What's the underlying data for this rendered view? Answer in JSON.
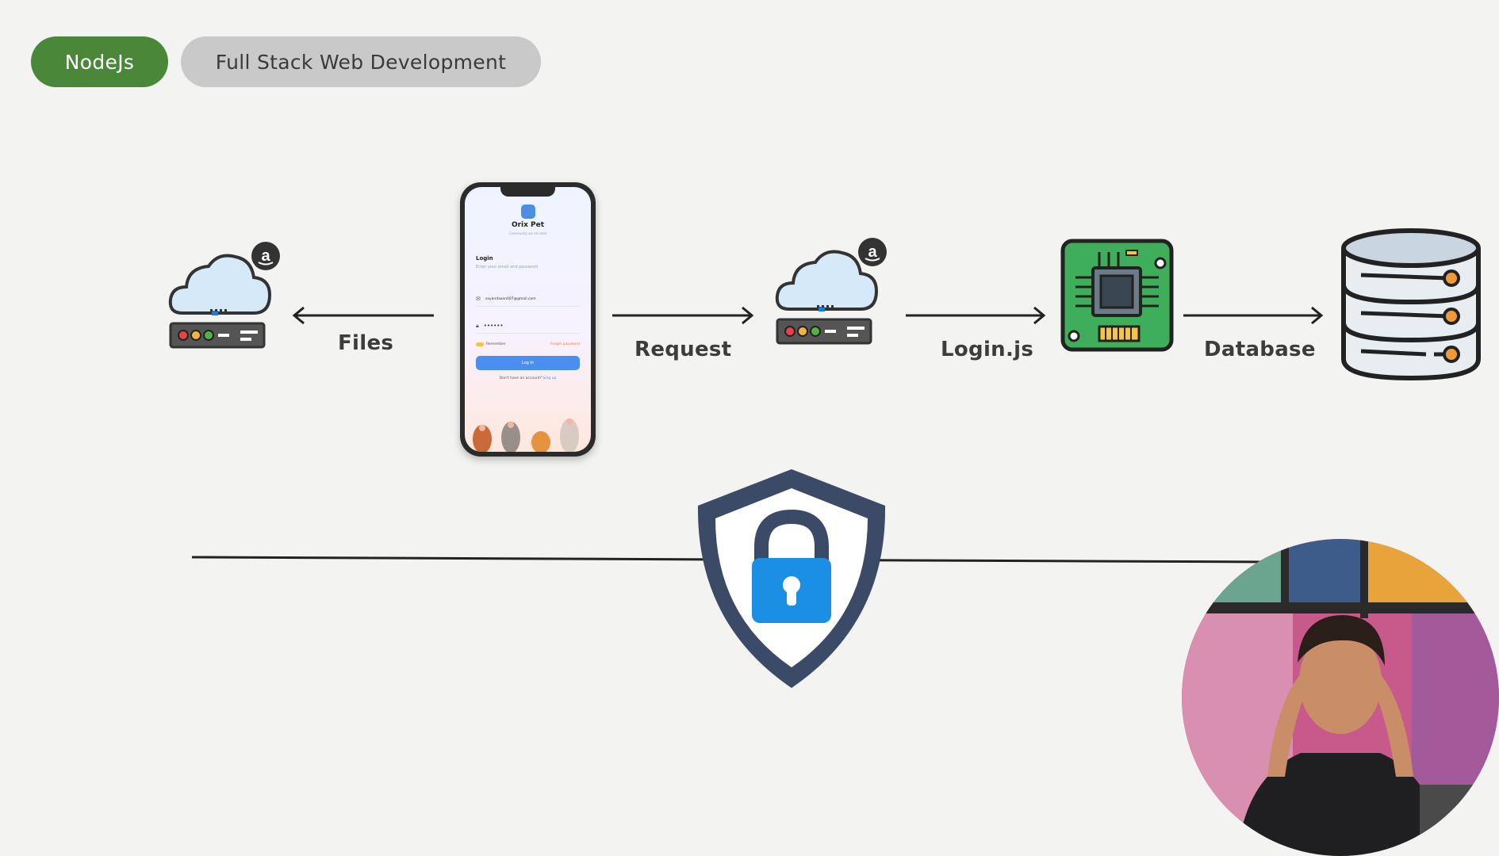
{
  "header": {
    "topic_label": "NodeJs",
    "course_label": "Full Stack Web Development"
  },
  "diagram": {
    "labels": {
      "files": "Files",
      "request": "Request",
      "login_js": "Login.js",
      "database": "Database"
    },
    "icons": {
      "left_server": "cloud-server-icon",
      "left_server_badge": "amazon-icon",
      "right_server": "cloud-server-icon",
      "right_server_badge": "amazon-icon",
      "chip": "processor-chip-icon",
      "database": "database-icon",
      "security": "shield-lock-icon"
    }
  },
  "phone_app": {
    "app_name": "Orix Pet",
    "tagline": "Community we all need",
    "login_title": "Login",
    "login_subtitle": "Enter your email and password",
    "email_value": "sayandaxon007@gmail.com",
    "password_value": "••••••",
    "remember_label": "Remember",
    "forgot_label": "Forget password",
    "login_button": "Log In",
    "signup_prompt": "Don't have an account?",
    "signup_link": "Sing up"
  },
  "colors": {
    "topic_pill": "#4a8739",
    "course_pill": "#c9c9c9",
    "shield": "#3b4a66",
    "lock": "#1a8fe3"
  }
}
